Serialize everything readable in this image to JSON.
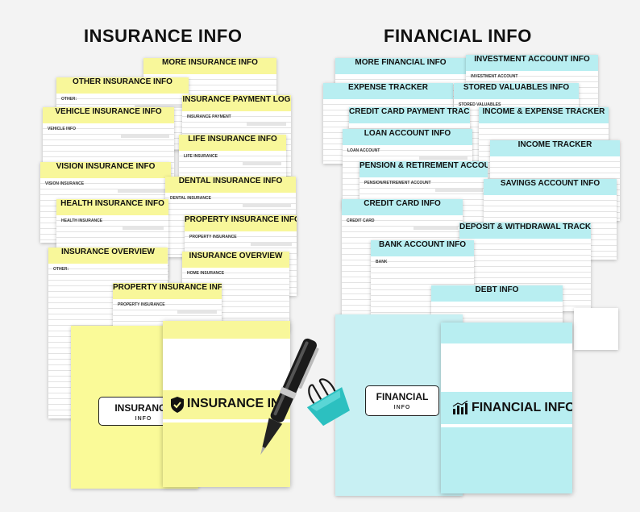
{
  "titles": {
    "insurance": "INSURANCE INFO",
    "financial": "FINANCIAL INFO"
  },
  "insurance_sheets": [
    {
      "title": "MORE INSURANCE INFO"
    },
    {
      "title": "OTHER INSURANCE INFO",
      "field": "OTHER:"
    },
    {
      "title": "INSURANCE PAYMENT LOG",
      "field": "INSURANCE PAYMENT"
    },
    {
      "title": "VEHICLE INSURANCE INFO",
      "field": "VEHICLE INFO"
    },
    {
      "title": "LIFE INSURANCE INFO",
      "field": "LIFE INSURANCE"
    },
    {
      "title": "VISION INSURANCE INFO",
      "field": "VISION INSURANCE"
    },
    {
      "title": "DENTAL INSURANCE INFO",
      "field": "DENTAL INSURANCE"
    },
    {
      "title": "HEALTH INSURANCE INFO",
      "field": "HEALTH INSURANCE"
    },
    {
      "title": "PROPERTY INSURANCE INFO",
      "field": "PROPERTY INSURANCE"
    },
    {
      "title": "INSURANCE OVERVIEW",
      "field": "OTHER:"
    },
    {
      "title": "INSURANCE OVERVIEW",
      "field": "HOME INSURANCE"
    },
    {
      "title": "PROPERTY INSURANCE INFO",
      "field": "PROPERTY INSURANCE"
    }
  ],
  "financial_sheets": [
    {
      "title": "MORE FINANCIAL INFO"
    },
    {
      "title": "INVESTMENT ACCOUNT INFO",
      "field": "INVESTMENT ACCOUNT"
    },
    {
      "title": "EXPENSE TRACKER"
    },
    {
      "title": "STORED VALUABLES INFO",
      "field": "STORED VALUABLES"
    },
    {
      "title": "CREDIT CARD PAYMENT TRACKER"
    },
    {
      "title": "INCOME & EXPENSE TRACKER"
    },
    {
      "title": "LOAN ACCOUNT INFO",
      "field": "LOAN ACCOUNT"
    },
    {
      "title": "INCOME TRACKER"
    },
    {
      "title": "PENSION & RETIREMENT ACCOUNT INFO",
      "field": "PENSION/RETIREMENT ACCOUNT"
    },
    {
      "title": "SAVINGS ACCOUNT INFO"
    },
    {
      "title": "CREDIT CARD INFO",
      "field": "CREDIT CARD"
    },
    {
      "title": "DEPOSIT & WITHDRAWAL TRACKER"
    },
    {
      "title": "BANK ACCOUNT INFO",
      "field": "BANK"
    },
    {
      "title": "DEBT INFO"
    }
  ],
  "covers": {
    "insurance_back": {
      "big": "INSURANCE",
      "small": "INFO"
    },
    "insurance_front": {
      "title": "INSURANCE INFO",
      "icon": "shield-icon"
    },
    "financial_back": {
      "big": "FINANCIAL",
      "small": "INFO"
    },
    "financial_front": {
      "title": "FINANCIAL INFO",
      "icon": "chart-icon"
    }
  },
  "colors": {
    "insurance_accent": "#f8f79a",
    "financial_accent": "#b8eef1",
    "background": "#f3f3f3"
  }
}
